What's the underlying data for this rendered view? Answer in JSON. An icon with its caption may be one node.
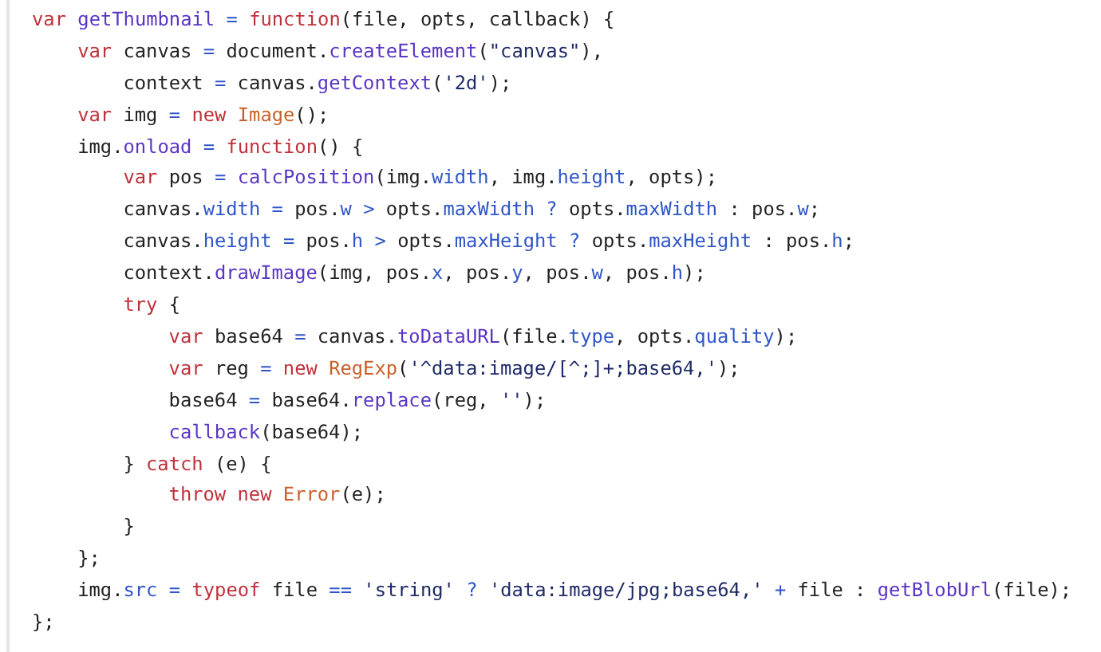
{
  "diagram": {
    "labels": [
      "var getThumbnail = function(file, opts, callback) {",
      "var canvas = document.createElement(\"canvas\"),",
      "context = canvas.getContext('2d');",
      "var img = new Image();",
      "img.onload = function() {",
      "var pos = calcPosition(img.width, img.height, opts);",
      "canvas.width = pos.w > opts.maxWidth ? opts.maxWidth : pos.w;",
      "canvas.height = pos.h > opts.maxHeight ? opts.maxHeight : pos.h;",
      "context.drawImage(img, pos.x, pos.y, pos.w, pos.h);",
      "try {",
      "var base64 = canvas.toDataURL(file.type, opts.quality);",
      "var reg = new RegExp('^data:image/[^;]+;base64,');",
      "base64 = base64.replace(reg, '');",
      "callback(base64);",
      "} catch (e) {",
      "throw new Error(e);",
      "}",
      "};",
      "img.src = typeof file == 'string' ? 'data:image/jpg;base64,' + file : getBlobUrl(file);",
      "};"
    ]
  }
}
